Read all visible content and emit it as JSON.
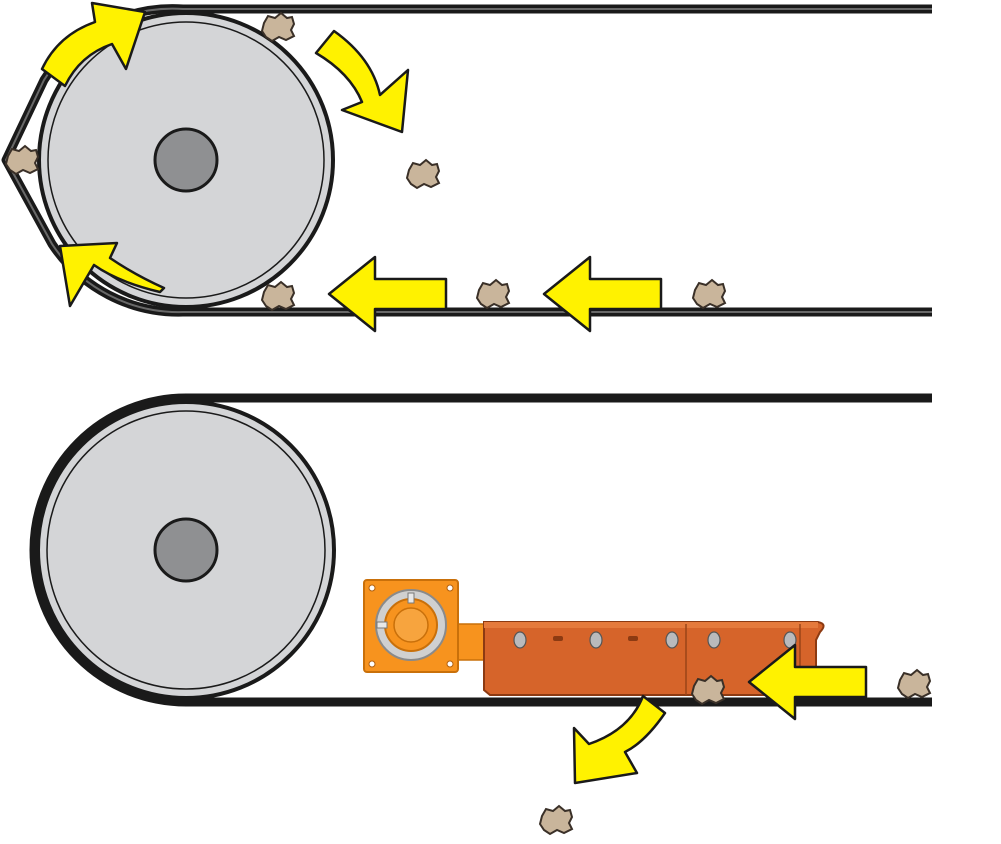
{
  "colors": {
    "background": "#ffffff",
    "belt": "#1a1a1a",
    "pulley_face": "#d4d5d7",
    "pulley_hub": "#8f9092",
    "arrow_fill": "#fff200",
    "arrow_stroke": "#1a1a1a",
    "debris_fill": "#c9b59b",
    "debris_stroke": "#3a3028",
    "plate_fill": "#f7931e",
    "plate_dark": "#e07d12",
    "bearing_ring": "#c8c8c8",
    "cleaner_body": "#d6642a",
    "cleaner_edge": "#8c3a12"
  },
  "panels": [
    {
      "id": "top",
      "description_icon": "tail-pulley-with-trapped-debris"
    },
    {
      "id": "bottom",
      "description_icon": "tail-pulley-with-plow-cleaner"
    }
  ],
  "icons": {
    "arrow": "direction-arrow-icon",
    "debris": "material-debris-icon",
    "pulley": "pulley-icon",
    "cleaner": "plow-cleaner-icon"
  }
}
